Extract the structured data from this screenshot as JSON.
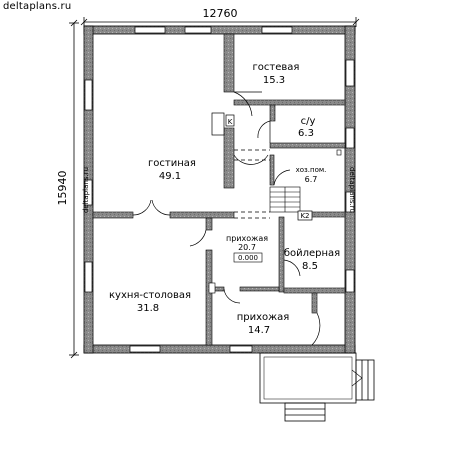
{
  "site_url": "deltaplans.ru",
  "dimensions": {
    "width": "12760",
    "height": "15940"
  },
  "rooms": [
    {
      "id": "living",
      "name": "гостиная",
      "area": "49.1"
    },
    {
      "id": "guest",
      "name": "гостевая",
      "area": "15.3"
    },
    {
      "id": "wc",
      "name": "с/у",
      "area": "6.3"
    },
    {
      "id": "utility",
      "name": "хоз.пом.",
      "area": "6.7"
    },
    {
      "id": "hall-inner",
      "name": "прихожая",
      "area": "20.7"
    },
    {
      "id": "boiler",
      "name": "бойлерная",
      "area": "8.5"
    },
    {
      "id": "kitchen",
      "name": "кухня-столовая",
      "area": "31.8"
    },
    {
      "id": "hall-entry",
      "name": "прихожая",
      "area": "14.7"
    }
  ],
  "level_mark": "0.000",
  "fixtures": {
    "stove_mark": "K",
    "boiler_mark": "K2"
  }
}
